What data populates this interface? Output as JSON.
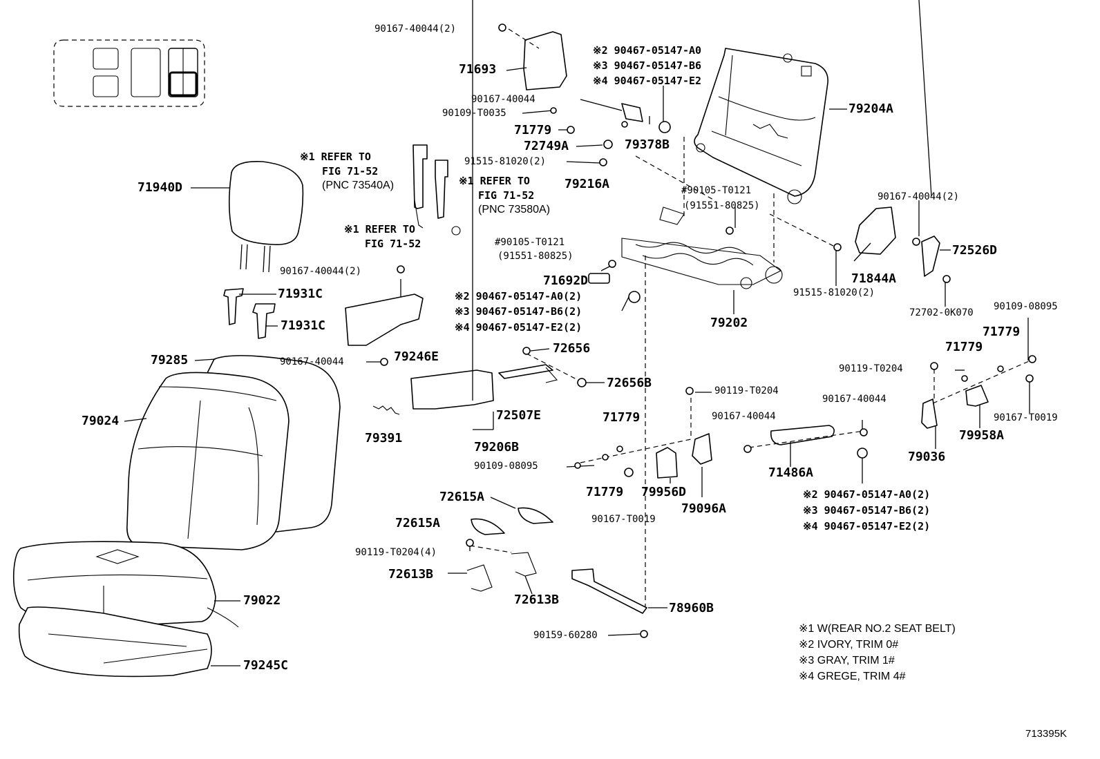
{
  "figure_id": "713395K",
  "legend": [
    "※1 W(REAR NO.2 SEAT BELT)",
    "※2 IVORY, TRIM 0#",
    "※3 GRAY, TRIM 1#",
    "※4 GREGE, TRIM 4#"
  ],
  "parts": {
    "p71693": "71693",
    "p71940D": "71940D",
    "p71931C_a": "71931C",
    "p71931C_b": "71931C",
    "p79285": "79285",
    "p79024": "79024",
    "p79246E": "79246E",
    "p79391": "79391",
    "p79022": "79022",
    "p79245C": "79245C",
    "p71779_a": "71779",
    "p72749A": "72749A",
    "p79378B": "79378B",
    "p79216A": "79216A",
    "p79204A": "79204A",
    "p71692D": "71692D",
    "p79202": "79202",
    "p72656": "72656",
    "p72656B": "72656B",
    "p72507E": "72507E",
    "p79206B": "79206B",
    "p71779_b": "71779",
    "p71779_c": "71779",
    "p79956D": "79956D",
    "p79096A": "79096A",
    "p72615A_a": "72615A",
    "p72615A_b": "72615A",
    "p72613B_a": "72613B",
    "p72613B_b": "72613B",
    "p78960B": "78960B",
    "p71844A": "71844A",
    "p72526D": "72526D",
    "p71779_d": "71779",
    "p71779_e": "71779",
    "p79036": "79036",
    "p79958A": "79958A",
    "p71486A": "71486A"
  },
  "fasteners": {
    "f1": "90167-40044(2)",
    "f2": "90167-40044",
    "f3": "90109-T0035",
    "f4": "91515-81020(2)",
    "f5": "#90105-T0121",
    "f6": "(91551-80825)",
    "f7": "#90105-T0121",
    "f8": "(91551-80825)",
    "f9": "90167-40044(2)",
    "f10": "90167-40044",
    "f11": "90167-40044(2)",
    "f12": "91515-81020(2)",
    "f13": "72702-0K070",
    "f14": "90109-08095",
    "f15": "90119-T0204",
    "f16": "90167-T0019",
    "f17": "90119-T0204",
    "f18": "90167-40044",
    "f19": "90167-40044",
    "f20": "90109-08095",
    "f21": "90167-T0019",
    "f22": "90119-T0204(4)",
    "f23": "90159-60280"
  },
  "notes": {
    "n1": "※2 90467-05147-A0",
    "n2": "※3 90467-05147-B6",
    "n3": "※4 90467-05147-E2",
    "n4": "※2 90467-05147-A0(2)",
    "n5": "※3 90467-05147-B6(2)",
    "n6": "※4 90467-05147-E2(2)",
    "n7": "※2 90467-05147-A0(2)",
    "n8": "※3 90467-05147-B6(2)",
    "n9": "※4 90467-05147-E2(2)"
  },
  "refs": {
    "r1a": "※1 REFER TO",
    "r1b": "FIG 71-52",
    "r1c": "(PNC 73540A)",
    "r2a": "※1 REFER TO",
    "r2b": "FIG 71-52",
    "r2c": "(PNC 73580A)",
    "r3a": "※1 REFER TO",
    "r3b": "FIG 71-52"
  }
}
